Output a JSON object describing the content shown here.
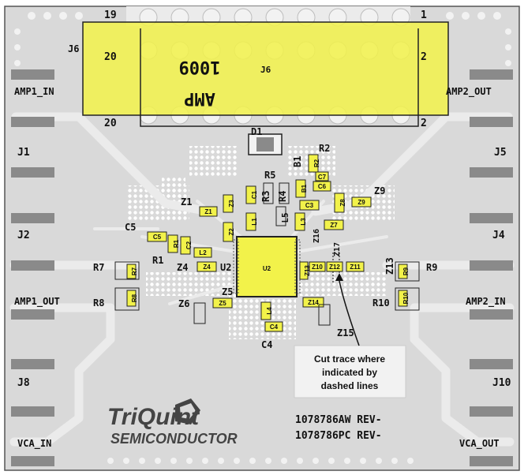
{
  "colors": {
    "board": "#d9d9d9",
    "copper": "#ebebeb",
    "dark": "#8a8a8a",
    "highlight": "#f2f24a",
    "silk": "#111111"
  },
  "board": {
    "header": {
      "pin_top_left": "19",
      "pin_top_right": "1",
      "pin_mid_left": "20",
      "pin_mid_right": "2",
      "pin_bottom_left": "20",
      "pin_bottom_right": "2",
      "ref_outside": "J6",
      "ref_inside": "J6",
      "part_number": "1009",
      "vendor": "AMP"
    },
    "ports": {
      "amp1_in": "AMP1_IN",
      "amp2_out": "AMP2_OUT",
      "amp1_out": "AMP1_OUT",
      "amp2_in": "AMP2_IN",
      "vca_in": "VCA_IN",
      "vca_out": "VCA_OUT"
    },
    "connectors": {
      "j1": "J1",
      "j2": "J2",
      "j4": "J4",
      "j5": "J5",
      "j8": "J8",
      "j10": "J10"
    },
    "refs": {
      "d1": "D1",
      "r2": "R2",
      "b1": "B1",
      "r5": "R5",
      "r3": "R3",
      "r4": "R4",
      "z1": "Z1",
      "z9": "Z9",
      "c5": "C5",
      "r1": "R1",
      "z4": "Z4",
      "u2": "U2",
      "r7": "R7",
      "r8": "R8",
      "z6": "Z6",
      "z5": "Z5",
      "r9": "R9",
      "r10": "R10",
      "z13": "Z13",
      "z15": "Z15",
      "c4": "C4"
    },
    "parts": {
      "u2": "U2",
      "z1": "Z1",
      "z3": "Z3",
      "c1": "C1",
      "l1": "L1",
      "r3": "R3",
      "r4": "R4",
      "l5": "L5",
      "b1": "B1",
      "r2": "R2",
      "c7": "C7",
      "c6": "C6",
      "c3": "C3",
      "l3": "L3",
      "z8": "Z8",
      "z9": "Z9",
      "z7": "Z7",
      "z2": "Z2",
      "c5": "C5",
      "r1": "R1",
      "c2": "C2",
      "l2": "L2",
      "z4": "Z4",
      "r7": "R7",
      "r8": "R8",
      "z5": "Z5",
      "l4": "L4",
      "c4": "C4",
      "z14": "Z14",
      "z10": "Z10",
      "z12": "Z12",
      "z11": "Z11",
      "r9": "R9",
      "r10": "R10",
      "z16": "Z16",
      "z17": "Z17",
      "z13": "Z13"
    },
    "note": [
      "Cut trace where",
      "indicated by",
      "dashed lines"
    ],
    "logo": {
      "name": "TriQuint",
      "sub": "SEMICONDUCTOR"
    },
    "revisions": [
      "1078786AW REV-",
      "1078786PC REV-"
    ]
  }
}
